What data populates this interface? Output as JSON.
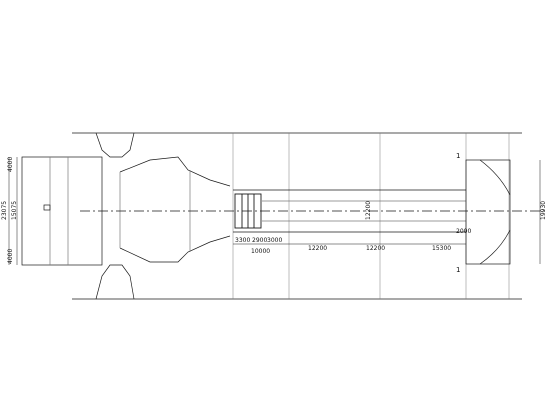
{
  "colors": {
    "line": "#1a1a1a",
    "light": "#7a7a7a",
    "background": "#ffffff"
  },
  "dimensions": {
    "d_4000_top": "4000",
    "d_4000_bottom": "4000",
    "d_23075": "23075",
    "d_15075": "15075",
    "d_19930": "19930",
    "d_3300_left": "3300",
    "d_2900": "2900",
    "d_3000": "3000",
    "d_10000": "10000",
    "d_12200_a": "12200",
    "d_12200_b": "12200",
    "d_15300": "15300",
    "d_2000": "2000",
    "d_12200_vert": "12200"
  },
  "markers": {
    "section_1": "1",
    "section_1_b": "1"
  }
}
